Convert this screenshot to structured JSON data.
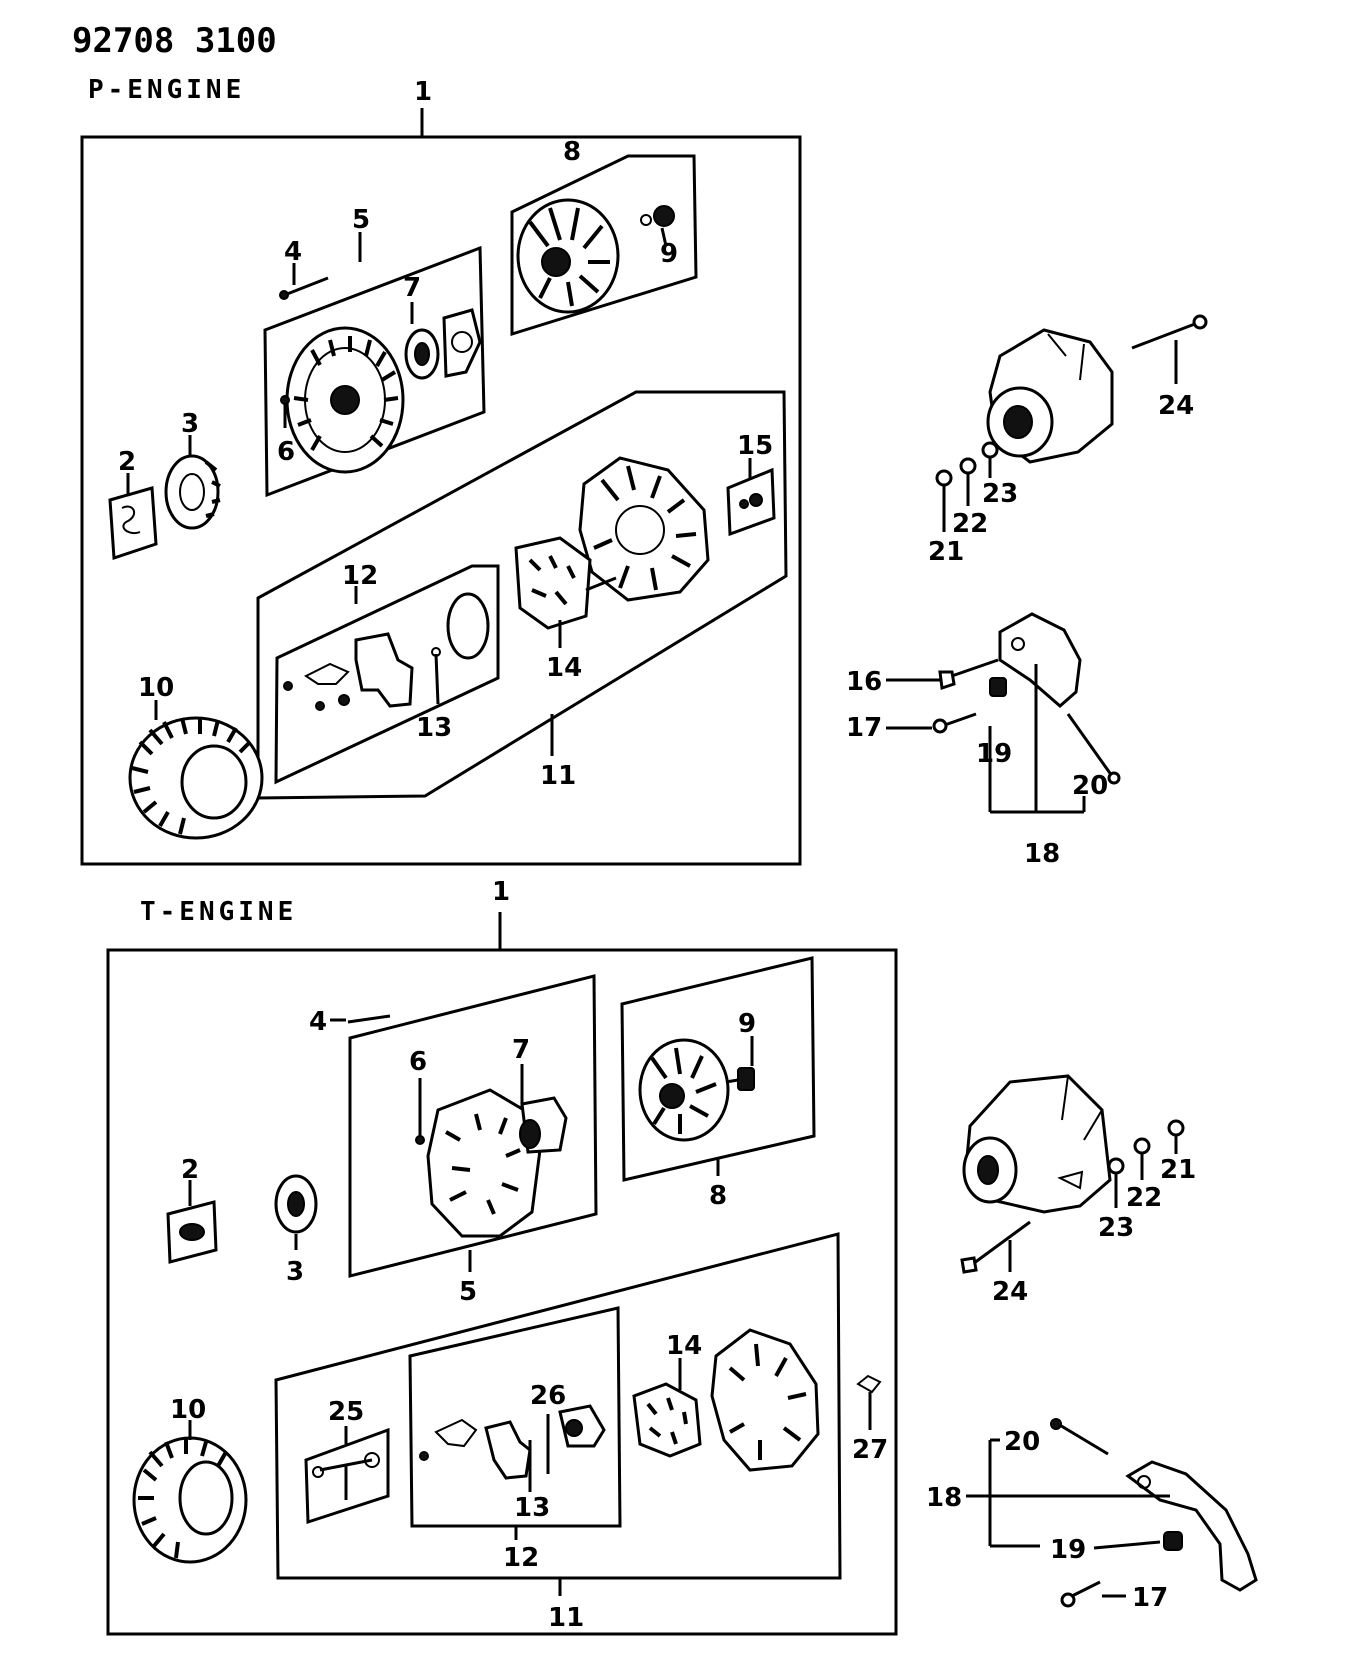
{
  "header": {
    "code": "92708 3100"
  },
  "sections": [
    {
      "id": "p-engine",
      "title": "P-ENGINE"
    },
    {
      "id": "t-engine",
      "title": "T-ENGINE"
    }
  ],
  "p_engine": {
    "labels": [
      "1",
      "2",
      "3",
      "4",
      "5",
      "6",
      "7",
      "8",
      "9",
      "10",
      "11",
      "12",
      "13",
      "14",
      "15",
      "16",
      "17",
      "18",
      "19",
      "20",
      "21",
      "22",
      "23",
      "24"
    ]
  },
  "t_engine": {
    "labels": [
      "1",
      "2",
      "3",
      "4",
      "5",
      "6",
      "7",
      "8",
      "9",
      "10",
      "11",
      "12",
      "13",
      "14",
      "17",
      "18",
      "19",
      "20",
      "21",
      "22",
      "23",
      "24",
      "25",
      "26",
      "27"
    ]
  }
}
